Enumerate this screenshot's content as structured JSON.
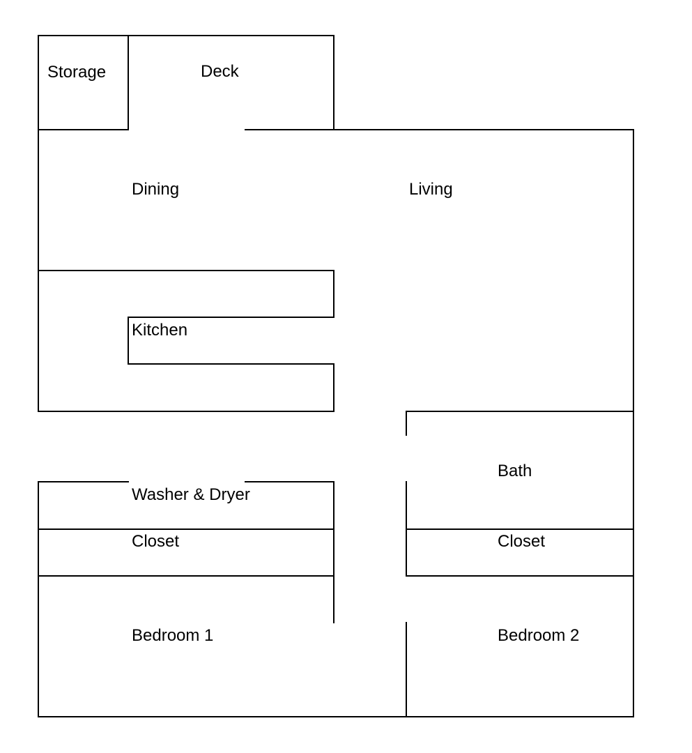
{
  "colors": {
    "background": "#ffffff",
    "walls": "#000000",
    "text": "#000000"
  },
  "rooms": {
    "storage": "Storage",
    "deck": "Deck",
    "dining": "Dining",
    "living": "Living",
    "kitchen": "Kitchen",
    "bath": "Bath",
    "washer_dryer": "Washer & Dryer",
    "closet_left": "Closet",
    "closet_right": "Closet",
    "bedroom_1": "Bedroom 1",
    "bedroom_2": "Bedroom 2"
  }
}
